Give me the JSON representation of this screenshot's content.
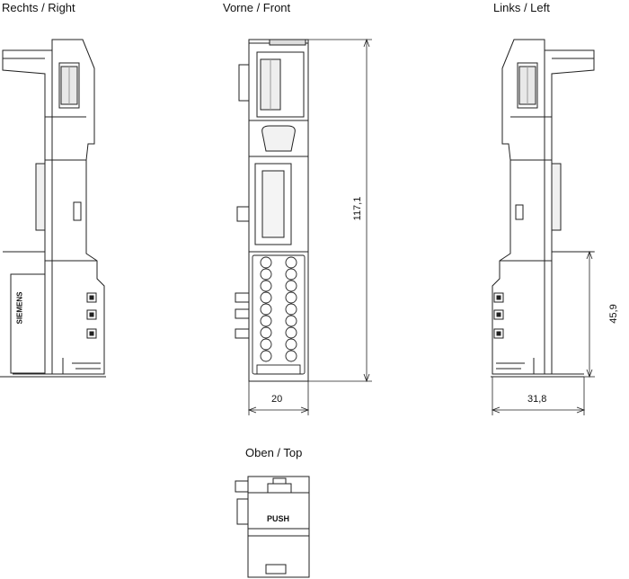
{
  "views": {
    "right": {
      "title": "Rechts / Right"
    },
    "front": {
      "title": "Vorne / Front"
    },
    "left": {
      "title": "Links / Left"
    },
    "top": {
      "title": "Oben / Top"
    }
  },
  "dimensions": {
    "front_width": "20",
    "front_height": "117,1",
    "left_depth": "31,8",
    "left_height": "45,9"
  },
  "labels": {
    "brand": "SIEMENS",
    "push": "PUSH"
  }
}
